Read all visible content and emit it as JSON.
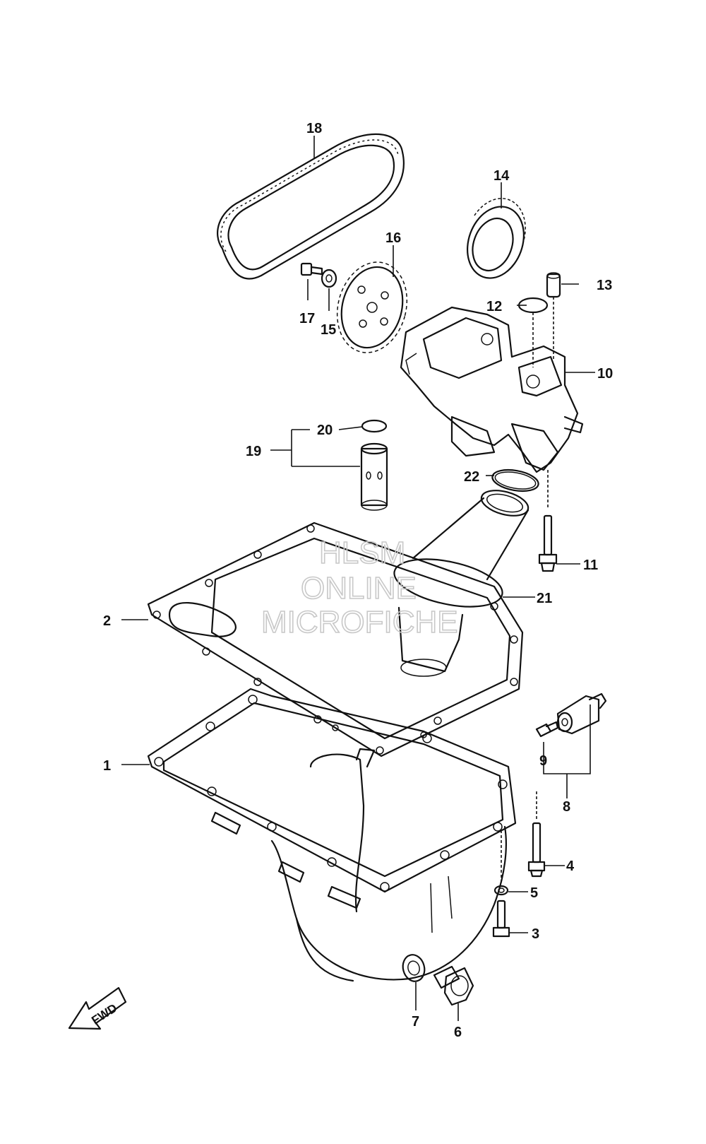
{
  "labels": {
    "p1": "1",
    "p2": "2",
    "p3": "3",
    "p4": "4",
    "p5": "5",
    "p6": "6",
    "p7": "7",
    "p8": "8",
    "p9": "9",
    "p10": "10",
    "p11": "11",
    "p12": "12",
    "p13": "13",
    "p14": "14",
    "p15": "15",
    "p16": "16",
    "p17": "17",
    "p18": "18",
    "p19": "19",
    "p20": "20",
    "p21": "21",
    "p22": "22"
  },
  "watermark": {
    "line1": "HLSM",
    "line2": "ONLINE",
    "line3": "MICROFICHE"
  },
  "direction": "FWD"
}
